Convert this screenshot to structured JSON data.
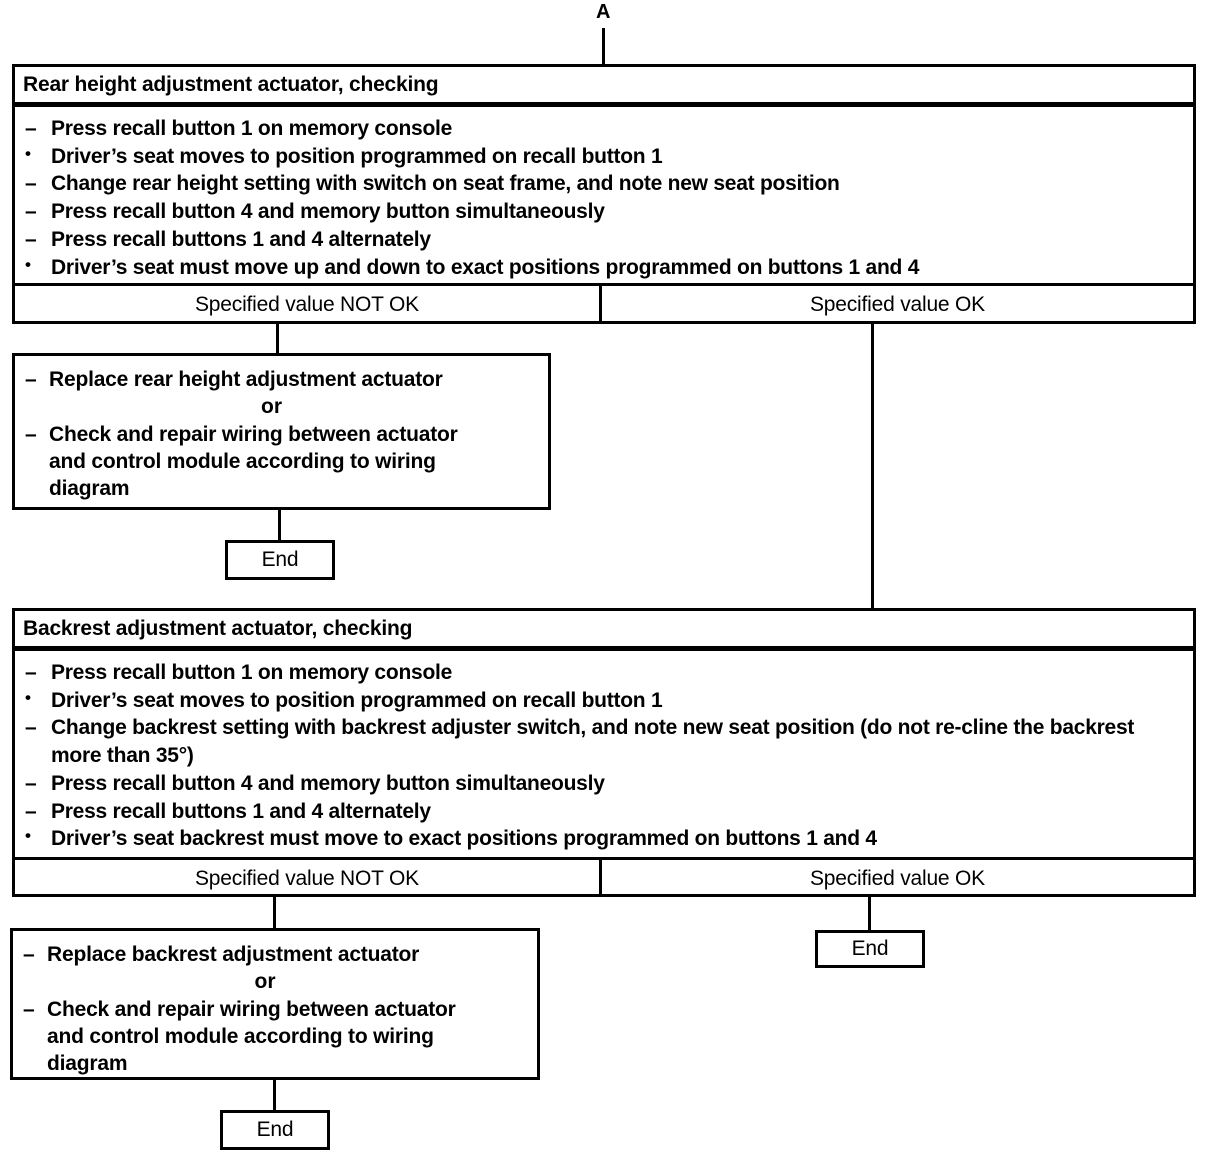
{
  "diagram": {
    "entry_label": "A",
    "end_label": "End",
    "marker_dash": "–",
    "marker_bullet": "•",
    "or_label": "or",
    "ink_color": "#000000",
    "background_color": "#ffffff"
  },
  "block1": {
    "title": "Rear height adjustment actuator, checking",
    "steps": [
      {
        "marker": "dash",
        "text": "Press recall button 1 on memory console"
      },
      {
        "marker": "bullet",
        "text": "Driver’s seat moves to position programmed on recall button 1"
      },
      {
        "marker": "dash",
        "text": "Change rear height setting with switch on seat frame, and note new seat position"
      },
      {
        "marker": "dash",
        "text": "Press recall button 4 and memory button simultaneously"
      },
      {
        "marker": "dash",
        "text": "Press recall buttons 1 and 4 alternately"
      },
      {
        "marker": "bullet",
        "text": "Driver’s seat must move up and down to exact positions programmed on buttons 1 and 4"
      }
    ],
    "decision_not_ok": "Specified value NOT OK",
    "decision_ok": "Specified value OK"
  },
  "action1": {
    "line1": "Replace rear height adjustment actuator",
    "or": "or",
    "line2": "Check and repair wiring between actuator and control module according to wiring diagram",
    "line2_wrapped": [
      "Check and repair wiring between actuator",
      "and control module according to wiring",
      "diagram"
    ]
  },
  "end1": {
    "label": "End"
  },
  "block2": {
    "title": "Backrest adjustment actuator, checking",
    "steps": [
      {
        "marker": "dash",
        "text": "Press recall button 1 on memory console"
      },
      {
        "marker": "bullet",
        "text": "Driver’s seat moves to position programmed on recall button 1"
      },
      {
        "marker": "dash",
        "text": "Change backrest setting with backrest adjuster switch, and note new seat position (do not re-cline the backrest more than 35°)"
      },
      {
        "marker": "dash",
        "text": "Press recall button 4 and memory button simultaneously"
      },
      {
        "marker": "dash",
        "text": "Press recall buttons 1 and 4 alternately"
      },
      {
        "marker": "bullet",
        "text": "Driver’s seat backrest must move to exact positions programmed on buttons 1 and 4"
      }
    ],
    "decision_not_ok": "Specified value NOT OK",
    "decision_ok": "Specified value OK"
  },
  "action2": {
    "line1": "Replace backrest adjustment actuator",
    "or": "or",
    "line2": "Check and repair wiring between actuator and control module according to wiring diagram",
    "line2_wrapped": [
      "Check and repair wiring between actuator",
      "and control module according to wiring",
      "diagram"
    ]
  },
  "end2": {
    "label": "End"
  },
  "end3": {
    "label": "End"
  }
}
